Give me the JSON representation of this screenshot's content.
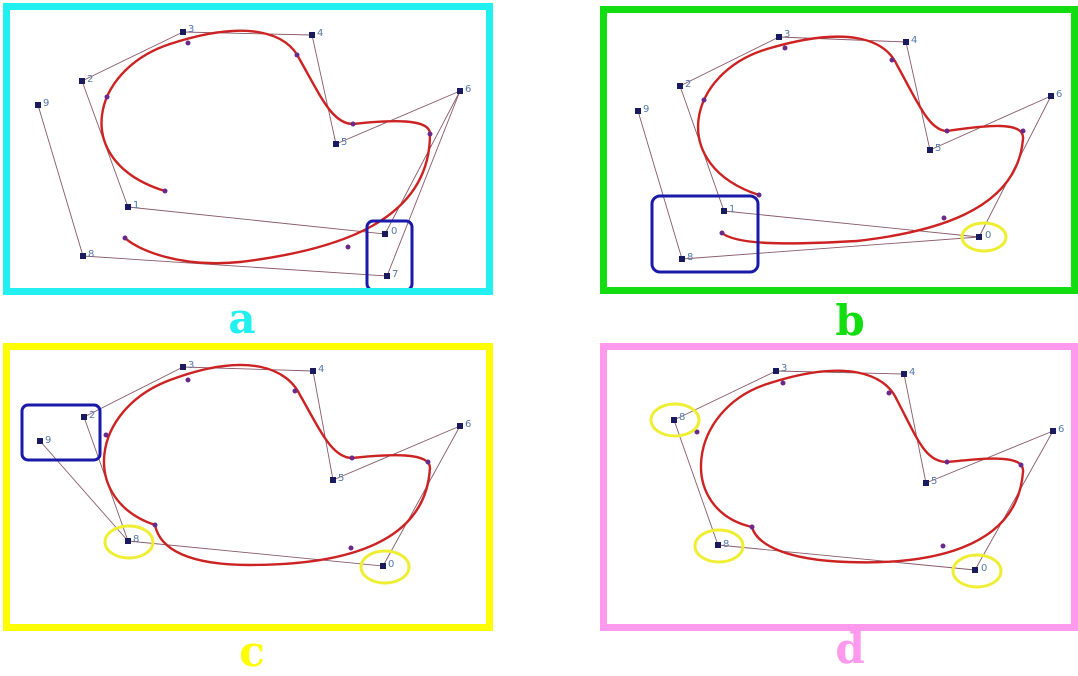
{
  "panels": [
    {
      "id": "a",
      "label": "a",
      "border_color": "#22f0f0",
      "label_color": "#22f0f0",
      "point_labels": [
        "9",
        "2",
        "3",
        "4",
        "5",
        "6",
        "1",
        "0",
        "8",
        "7"
      ]
    },
    {
      "id": "b",
      "label": "b",
      "border_color": "#11dd11",
      "label_color": "#11dd11",
      "point_labels": [
        "9",
        "2",
        "3",
        "4",
        "5",
        "6",
        "1",
        "8",
        "0"
      ]
    },
    {
      "id": "c",
      "label": "c",
      "border_color": "#ffff00",
      "label_color": "#ffff00",
      "point_labels": [
        "9",
        "2",
        "3",
        "4",
        "5",
        "6",
        "8",
        "0"
      ]
    },
    {
      "id": "d",
      "label": "d",
      "border_color": "#ff99ee",
      "label_color": "#ff99ee",
      "point_labels": [
        "8",
        "3",
        "4",
        "5",
        "6",
        "8",
        "0"
      ]
    }
  ],
  "colors": {
    "curve": "#cc2222",
    "control_polygon": "#8a5a6a",
    "control_point": "#1a1a5e",
    "curve_point": "#6a2a8a",
    "point_label": "#5577aa",
    "highlight_box": "#1a1aaa",
    "highlight_circle": "#eeee33"
  }
}
